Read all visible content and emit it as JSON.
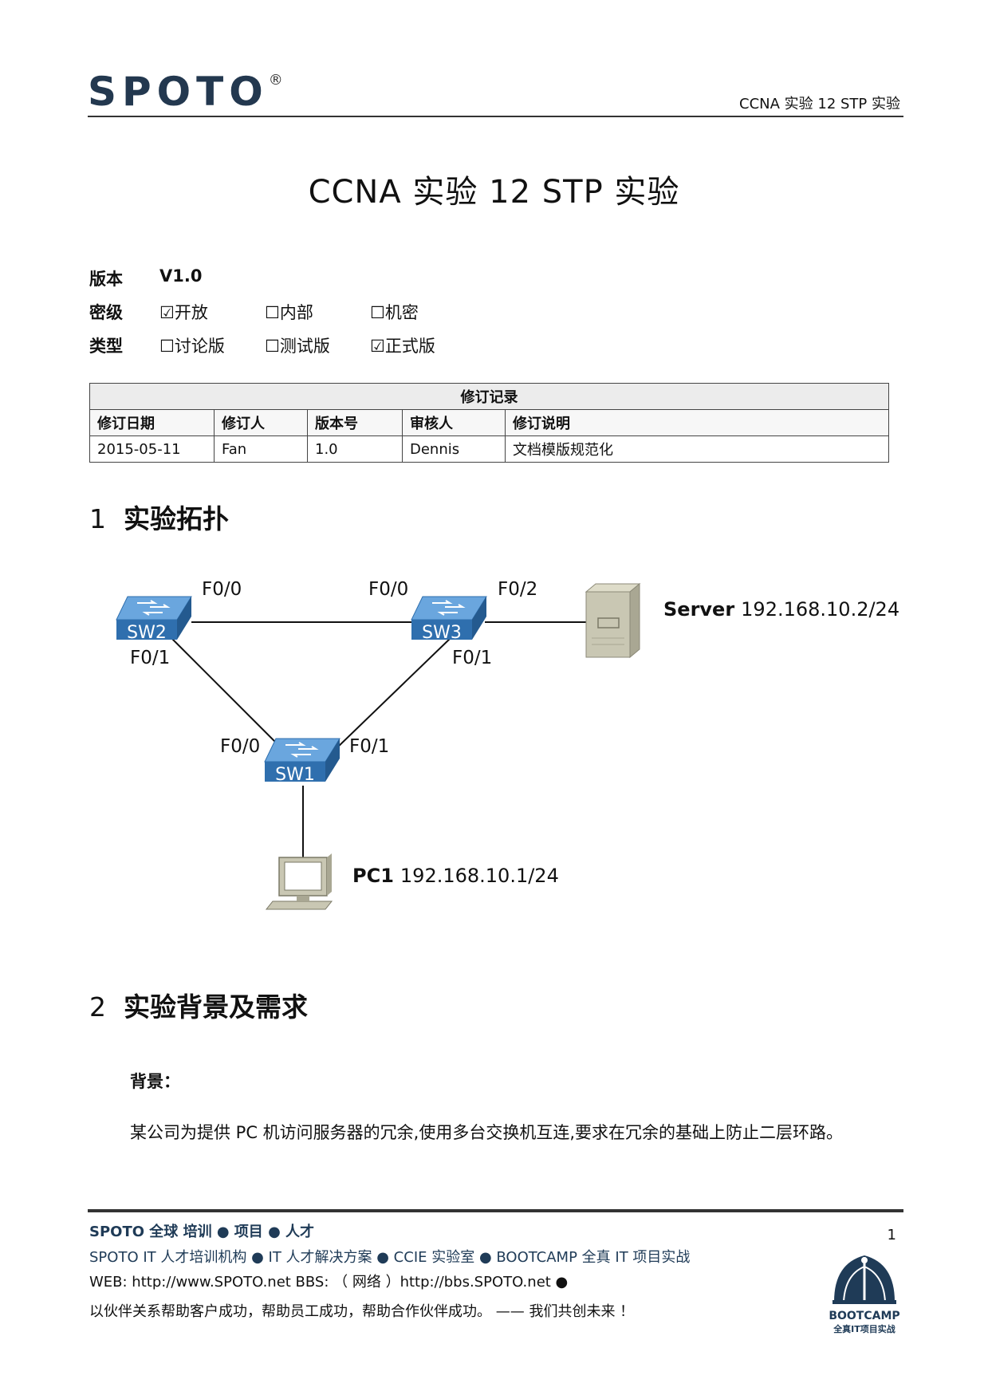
{
  "header": {
    "logo_text": "SPOTO",
    "logo_mark": "®",
    "right_title": "CCNA 实验 12 STP 实验"
  },
  "title": "CCNA 实验 12 STP 实验",
  "meta": {
    "version_label": "版本",
    "version_value": "V1.0",
    "security_label": "密级",
    "security_options": [
      "☑开放",
      "☐内部",
      "☐机密"
    ],
    "type_label": "类型",
    "type_options": [
      "☐讨论版",
      "☐测试版",
      "☑正式版"
    ]
  },
  "revision_table": {
    "caption": "修订记录",
    "headers": [
      "修订日期",
      "修订人",
      "版本号",
      "审核人",
      "修订说明"
    ],
    "rows": [
      [
        "2015-05-11",
        "Fan",
        "1.0",
        "Dennis",
        "文档模版规范化"
      ]
    ]
  },
  "section1": {
    "number": "1",
    "title": "实验拓扑"
  },
  "topology": {
    "devices": {
      "sw2": "SW2",
      "sw3": "SW3",
      "sw1": "SW1",
      "server_name": "Server",
      "server_ip": "192.168.10.2/24",
      "pc_name": "PC1",
      "pc_ip": "192.168.10.1/24"
    },
    "ports": {
      "sw2_f00": "F0/0",
      "sw2_f01": "F0/1",
      "sw3_f00": "F0/0",
      "sw3_f02": "F0/2",
      "sw3_f01": "F0/1",
      "sw1_f00": "F0/0",
      "sw1_f01": "F0/1"
    },
    "colors": {
      "switch_top": "#6aa6de",
      "switch_side": "#2f6fae",
      "server": "#c9c7b3",
      "link": "#111111"
    }
  },
  "section2": {
    "number": "2",
    "title": "实验背景及需求"
  },
  "background": {
    "label": "背景：",
    "text": "某公司为提供  PC  机访问服务器的冗余,使用多台交换机互连,要求在冗余的基础上防止二层环路。"
  },
  "footer": {
    "line1": "SPOTO  全球    培训  ●  项目  ●  人才",
    "line2": "SPOTO IT 人才培训机构    ●    IT 人才解决方案    ●    CCIE 实验室    ●    BOOTCAMP  全真 IT 项目实战",
    "line3": "WEB: http://www.SPOTO.net      BBS:  （ 网络 ）http://bbs.SPOTO.net    ●",
    "line4": "以伙伴关系帮助客户成功，帮助员工成功，帮助合作伙伴成功。     ——     我们共创未来   ！",
    "page_number": "1",
    "badge_line1": "BOOTCAMP",
    "badge_line2": "全真IT项目实战"
  }
}
